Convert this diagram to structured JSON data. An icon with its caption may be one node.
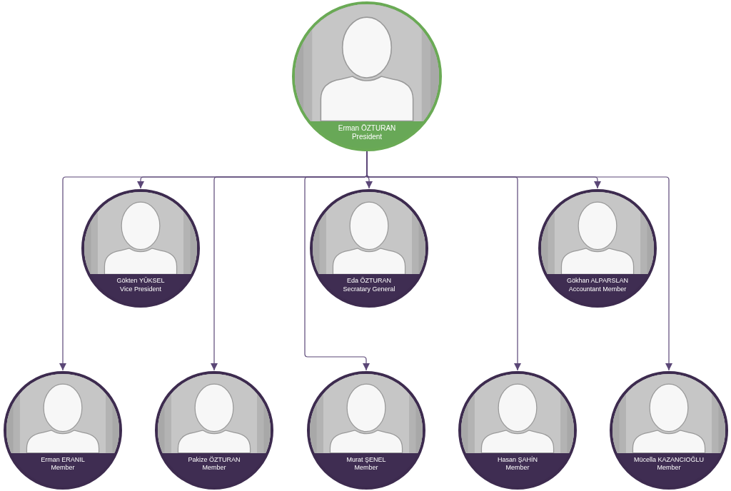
{
  "diagram": {
    "nodes": [
      {
        "text": [
          "Erman ÖZTURAN",
          "President"
        ]
      },
      {
        "text": [
          "Gökten YÜKSEL",
          "Vice President"
        ]
      },
      {
        "text": [
          "Eda ÖZTURAN",
          "Secratary General"
        ]
      },
      {
        "text": [
          "Gökhan ALPARSLAN",
          "Accountant Member"
        ]
      },
      {
        "text": [
          "Erman ERANIL",
          "Member"
        ]
      },
      {
        "text": [
          "Pakize ÖZTURAN",
          "Member"
        ]
      },
      {
        "text": [
          "Murat ŞENEL",
          "Member"
        ]
      },
      {
        "text": [
          "Hasan ŞAHİN",
          "Member"
        ]
      },
      {
        "text": [
          "Mücella KAZANCIOĞLU",
          "Member"
        ]
      }
    ],
    "edges": [
      {
        "from": 0,
        "to": 1,
        "arrow": "to"
      },
      {
        "from": 0,
        "to": 2,
        "arrow": "to"
      },
      {
        "from": 0,
        "to": 3,
        "arrow": "to"
      },
      {
        "from": 0,
        "to": 4,
        "arrow": "to"
      },
      {
        "from": 0,
        "to": 5,
        "arrow": "to"
      },
      {
        "from": 0,
        "to": 6,
        "arrow": "to"
      },
      {
        "from": 0,
        "to": 7,
        "arrow": "to"
      },
      {
        "from": 0,
        "to": 8,
        "arrow": "to"
      }
    ]
  }
}
